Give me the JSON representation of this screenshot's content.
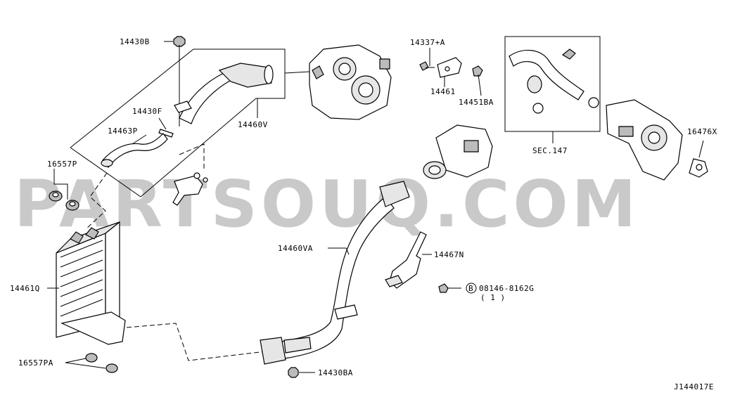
{
  "watermark": "PARTSOUQ.COM",
  "diagram_code": "J144017E",
  "labels": {
    "p14430B": "14430B",
    "p14460V": "14460V",
    "p14430F": "14430F",
    "p14463P": "14463P",
    "p16557P": "16557P",
    "p14461Q": "14461Q",
    "p16557PA": "16557PA",
    "p14460VA": "14460VA",
    "p14430BA": "14430BA",
    "p14337A": "14337+A",
    "p14461": "14461",
    "p14451BA": "14451BA",
    "sec147": "SEC.147",
    "p16476X": "16476X",
    "p14467N": "14467N",
    "bolt_circle": "B",
    "bolt_number": "08146-8162G",
    "bolt_qty": "( 1 )"
  }
}
